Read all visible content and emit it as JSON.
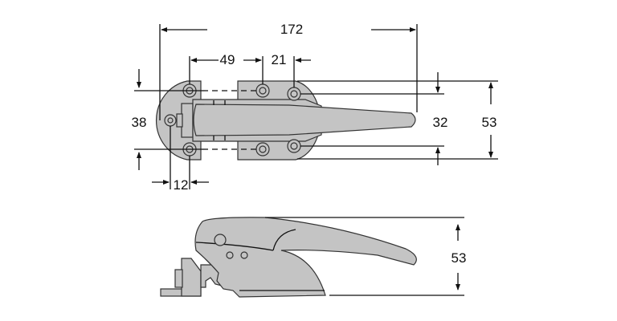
{
  "drawing": {
    "top_view": {
      "dim_overall_length": "172",
      "dim_hole_spacing": "49",
      "dim_hole_offset": "21",
      "dim_left_height": "38",
      "dim_pivot_offset": "12",
      "dim_inner_height": "32",
      "dim_outer_height": "53"
    },
    "side_view": {
      "dim_height": "53"
    },
    "colors": {
      "part_fill": "#c4c4c4",
      "line": "#111111"
    }
  }
}
